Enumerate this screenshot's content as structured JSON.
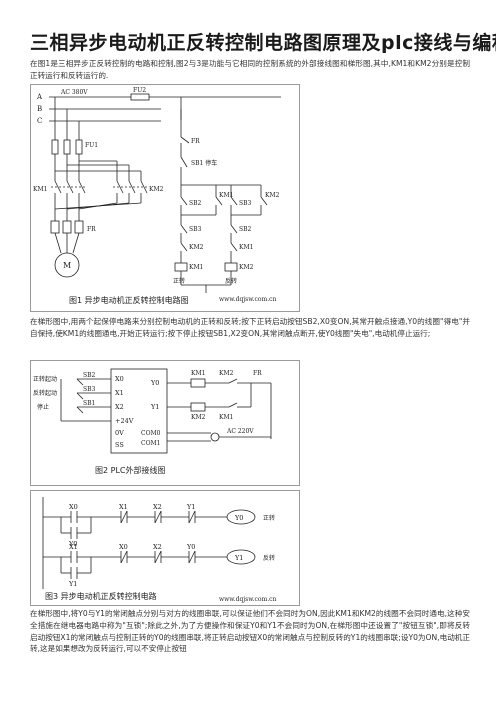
{
  "title": "三相异步电动机正反转控制电路图原理及plc接线与编程",
  "intro": "在图1是三相异步正反转控制的电路和控制,图2与3是功能与它相同的控制系统的外部接线图和梯形图,其中,KM1和KM2分别是控制正转运行和反转运行的.",
  "fig1": {
    "caption": "图1   异步电动机正反转控制电路图",
    "watermark": "www.dqjsw.com.cn",
    "labels": {
      "A": "A",
      "B": "B",
      "C": "C",
      "ac": "AC 380V",
      "fu2": "FU2",
      "fu1": "FU1",
      "km1": "KM1",
      "km2": "KM2",
      "fr": "FR",
      "m": "M",
      "fr_contact": "FR",
      "sb1": "SB1 停车",
      "sb2": "SB2",
      "km1_aux": "KM1",
      "sb3": "SB3",
      "km2_aux": "KM2",
      "sb3b": "SB3",
      "sb2b": "SB2",
      "km2_il": "KM2",
      "km1_il": "KM1",
      "km1_coil": "KM1",
      "km2_coil": "KM2",
      "zheng": "正转",
      "fan": "反转"
    }
  },
  "para2": "在梯形图中,用两个起保停电路来分别控制电动机的正转和反转;按下正转启动按钮SB2,X0变ON,其常开触点接通,Y0的线圈\"得电\"并自保持,使KM1的线圈通电,开始正转运行;按下停止按钮SB1,X2变ON,其常闭触点断开,使Y0线圈\"失电\",电动机停止运行;",
  "fig2": {
    "caption": "图2      PLC外部接线图",
    "labels": {
      "zz": "正转起动",
      "fz": "反转起动",
      "tz": "停止",
      "sb2": "SB2",
      "sb3": "SB3",
      "sb1": "SB1",
      "x0": "X0",
      "x1": "X1",
      "x2": "X2",
      "v24": "+24V",
      "ov": "0V",
      "ss": "SS",
      "y0": "Y0",
      "y1": "Y1",
      "com0": "COM0",
      "com1": "COM1",
      "km1a": "KM1",
      "km2a": "KM2",
      "km2b": "KM2",
      "km1b": "KM1",
      "fr": "FR",
      "ac": "AC 220V"
    }
  },
  "fig3": {
    "caption": "图3      异步电动机正反转控制电路",
    "watermark": "www.dqjsw.com.cn",
    "labels": {
      "x0": "X0",
      "x1": "X1",
      "x2": "X2",
      "y1": "Y1",
      "y0": "Y0",
      "y0b": "Y0",
      "x1b": "X1",
      "x0b": "X0",
      "x2b": "X2",
      "y0c": "Y0",
      "y1b": "Y1",
      "y1c": "Y1",
      "zheng": "正转",
      "fan": "反转"
    }
  },
  "para3": "在梯形图中,将Y0与Y1的常闭触点分别与对方的线圈串联,可以保证他们不会同时为ON,因此KM1和KM2的线圈不会同时通电,这种安全措施在继电器电路中称为\"互锁\";除此之外,为了方便操作和保证Y0和Y1不会同时为ON,在梯形图中还设置了\"按钮互锁\",即将反转启动按钮X1的常闭触点与控制正转的Y0的线圈串联,将正转启动按钮X0的常闭触点与控制反转的Y1的线圈串联;设Y0为ON,电动机正转,这是如果想改为反转运行,可以不安停止按钮"
}
